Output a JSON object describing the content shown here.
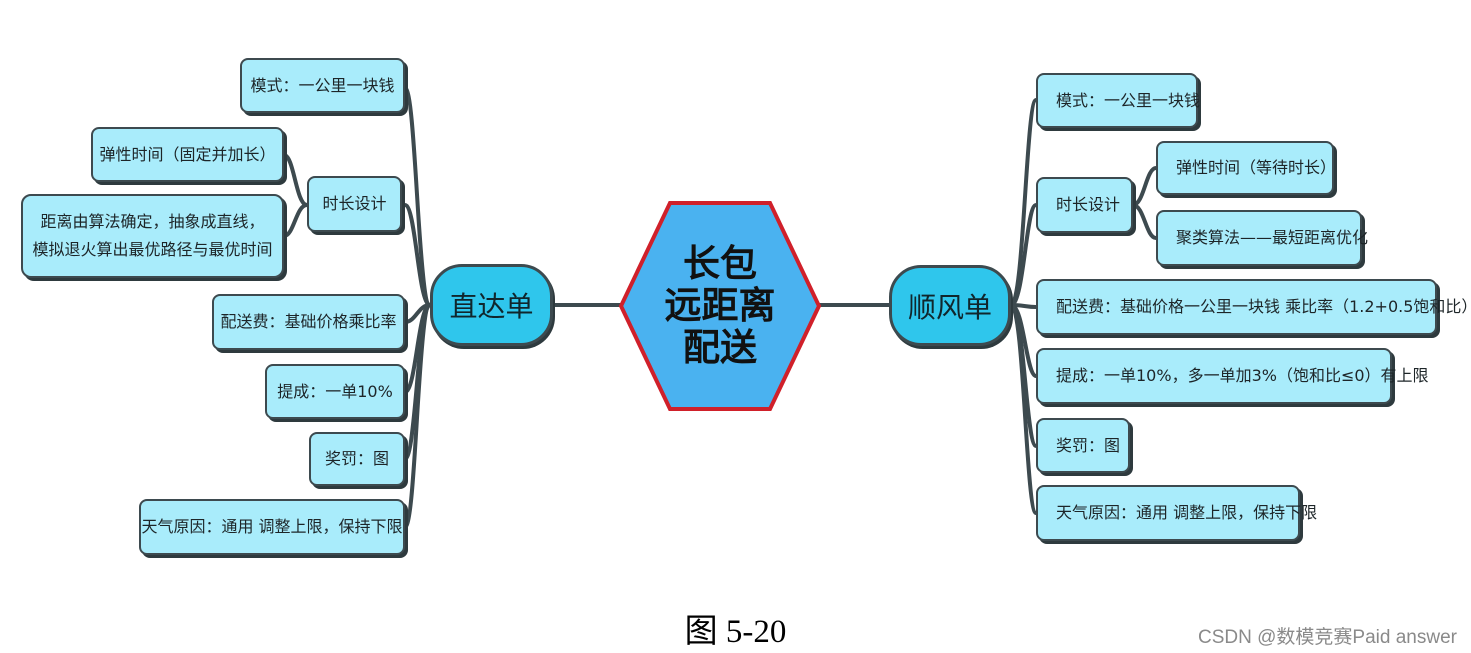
{
  "center": {
    "lines": [
      "长包",
      "远距离",
      "配送"
    ]
  },
  "left_branch": {
    "label": "直达单",
    "children": [
      {
        "label": "模式：一公里一块钱"
      },
      {
        "label": "时长设计",
        "children": [
          {
            "label": "弹性时间（固定并加长）"
          },
          {
            "lines": [
              "距离由算法确定，抽象成直线，",
              "模拟退火算出最优路径与最优时间"
            ]
          }
        ]
      },
      {
        "label": "配送费：基础价格乘比率"
      },
      {
        "label": "提成：一单10%"
      },
      {
        "label": "奖罚：图"
      },
      {
        "label": "天气原因：通用 调整上限，保持下限"
      }
    ]
  },
  "right_branch": {
    "label": "顺风单",
    "children": [
      {
        "label": "模式：一公里一块钱"
      },
      {
        "label": "时长设计",
        "children": [
          {
            "label": "弹性时间（等待时长）"
          },
          {
            "label": "聚类算法——最短距离优化"
          }
        ]
      },
      {
        "label": "配送费：基础价格一公里一块钱 乘比率（1.2+0.5饱和比）"
      },
      {
        "label": "提成：一单10%，多一单加3%（饱和比≤0）有上限"
      },
      {
        "label": "奖罚：图"
      },
      {
        "label": "天气原因：通用 调整上限，保持下限"
      }
    ]
  },
  "caption": "图 5-20",
  "watermark": "CSDN @数模竞赛Paid answer",
  "colors": {
    "node_fill": "#a9ecfb",
    "branch_fill": "#2fc6ec",
    "center_fill": "#4ab2f0",
    "center_border": "#d0202a",
    "line": "#3d4a4f"
  }
}
